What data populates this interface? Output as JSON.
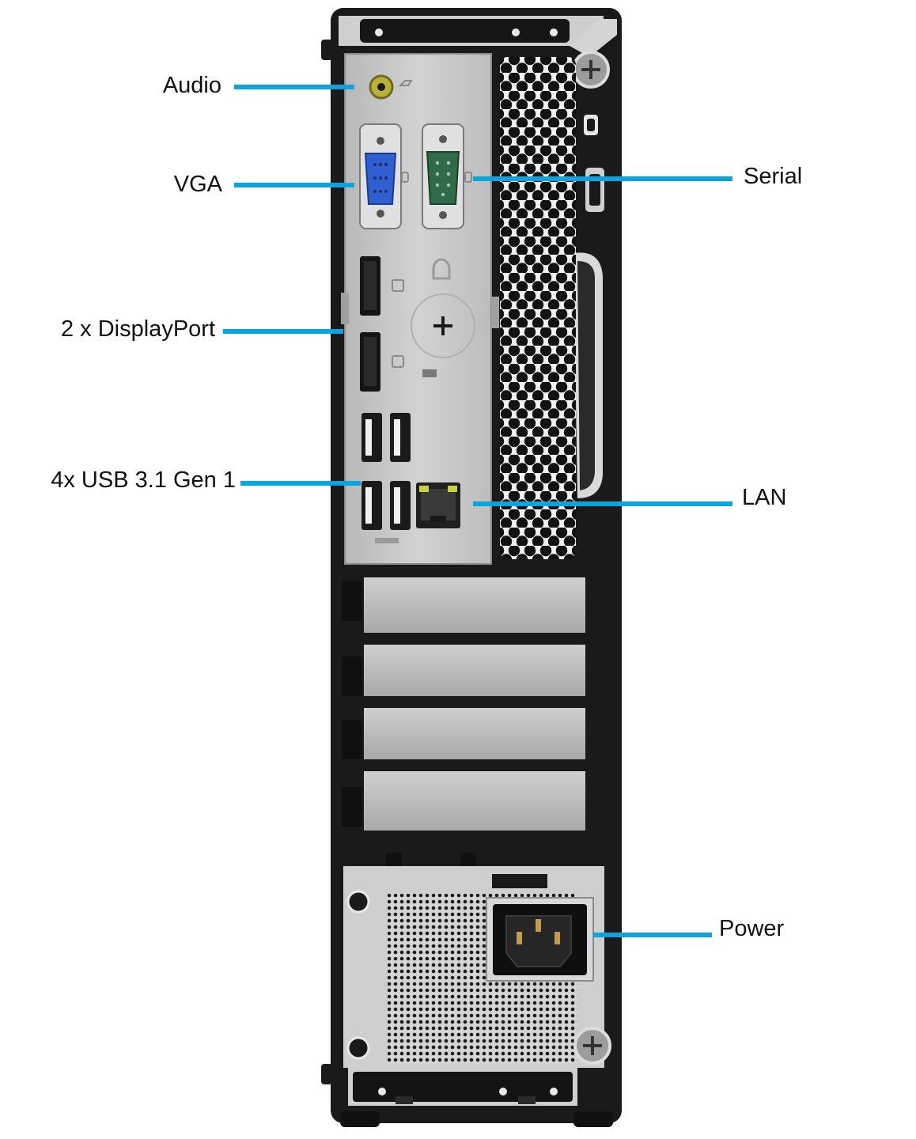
{
  "labels": {
    "audio": "Audio",
    "vga": "VGA",
    "displayport": "2 x DisplayPort",
    "usb": "4x USB 3.1 Gen 1",
    "serial": "Serial",
    "lan": "LAN",
    "power": "Power"
  },
  "colors": {
    "leader_line": "#0aa5df",
    "chassis": "#1a1a1a",
    "io_plate": "#c4c4c4",
    "vga_port": "#2f5fd0",
    "serial_port": "#2f6a4a",
    "audio_jack": "#b9b23a"
  }
}
